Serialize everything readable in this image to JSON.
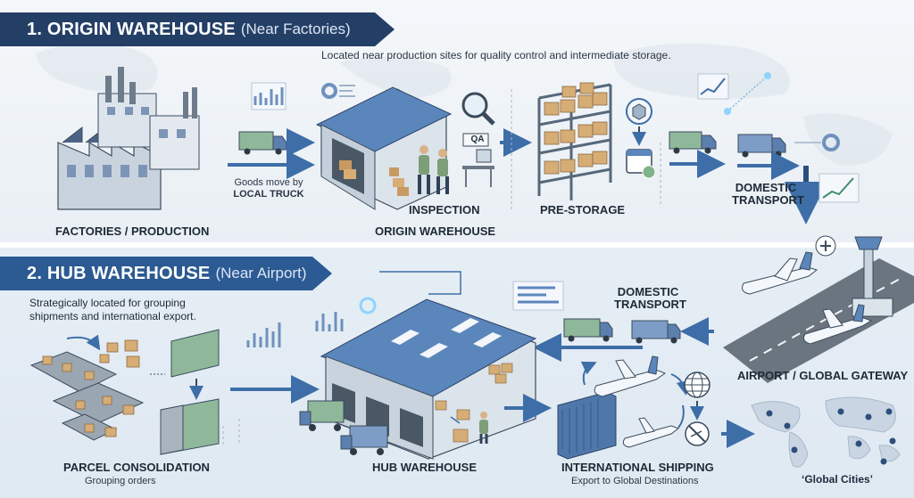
{
  "colors": {
    "banner_top": "#243f66",
    "banner_bottom": "#2c5a92",
    "arrow": "#3d6ea8",
    "roof": "#5b86bc",
    "truck_green": "#8fb89a",
    "truck_blue": "#7d9dc7"
  },
  "section1": {
    "number_title": "1. ORIGIN WAREHOUSE",
    "subtitle": "(Near Factories)",
    "description": "Located near production sites for quality control and intermediate storage.",
    "factories_label": "FACTORIES / PRODUCTION",
    "local_truck_note_line1": "Goods move by",
    "local_truck_note_line2": "LOCAL TRUCK",
    "inspection_label": "INSPECTION",
    "qa_sign": "QA",
    "origin_warehouse_label": "ORIGIN WAREHOUSE",
    "pre_storage_label": "PRE-STORAGE",
    "domestic_transport_line1": "DOMESTIC",
    "domestic_transport_line2": "TRANSPORT"
  },
  "section2": {
    "number_title": "2. HUB WAREHOUSE",
    "subtitle": "(Near Airport)",
    "description_line1": "Strategically located for grouping",
    "description_line2": "shipments and international export.",
    "domestic_transport_line1": "DOMESTIC",
    "domestic_transport_line2": "TRANSPORT",
    "airport_label": "AIRPORT / GLOBAL GATEWAY",
    "parcel_label": "PARCEL CONSOLIDATION",
    "parcel_sub": "Grouping orders",
    "hub_label": "HUB WAREHOUSE",
    "intl_label": "INTERNATIONAL SHIPPING",
    "intl_sub": "Export to Global Destinations",
    "global_cities": "‘Global Cities’"
  },
  "icons": [
    "factory-icon",
    "truck-icon",
    "warehouse-icon",
    "magnifier-icon",
    "worker-icon",
    "shelf-icon",
    "box-icon",
    "calendar-icon",
    "line-chart-icon",
    "donut-chart-icon",
    "airplane-icon",
    "control-tower-icon",
    "globe-icon",
    "no-entry-icon",
    "container-icon",
    "conveyor-icon",
    "world-map-icon",
    "location-pin-icon"
  ]
}
